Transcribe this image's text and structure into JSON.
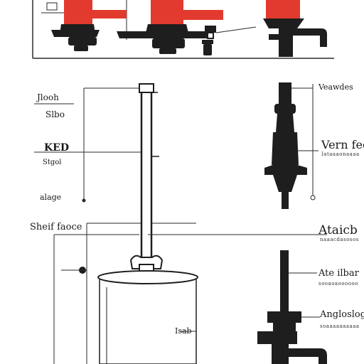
{
  "colors": {
    "accent_red": "#e23a2e",
    "ink": "#1e1e1e",
    "line": "#2a2a2a",
    "paper": "#ffffff"
  },
  "left_labels": [
    {
      "id": "lbl-1",
      "text": "Jlooh"
    },
    {
      "id": "lbl-2",
      "text": "Slbo"
    },
    {
      "id": "lbl-3",
      "text": "KED"
    },
    {
      "id": "lbl-4",
      "text": "Stgol"
    },
    {
      "id": "lbl-5",
      "text": "alage"
    },
    {
      "id": "lbl-6",
      "text": "Sheif faoce"
    }
  ],
  "right_labels": [
    {
      "id": "rlbl-1",
      "text": "Veawdes",
      "sub": ""
    },
    {
      "id": "rlbl-2",
      "text": "Vern feo",
      "sub": "Iataaaonaaaa"
    },
    {
      "id": "rlbl-3",
      "text": "Ataicb",
      "sub": "naaacdasosos"
    },
    {
      "id": "rlbl-4",
      "text": "Ate ilbar",
      "sub": "sooaoaoooooo"
    },
    {
      "id": "rlbl-5",
      "text": "Angloslog",
      "sub": "soaaaaaaaaaa"
    }
  ],
  "tank_label": "Isab"
}
